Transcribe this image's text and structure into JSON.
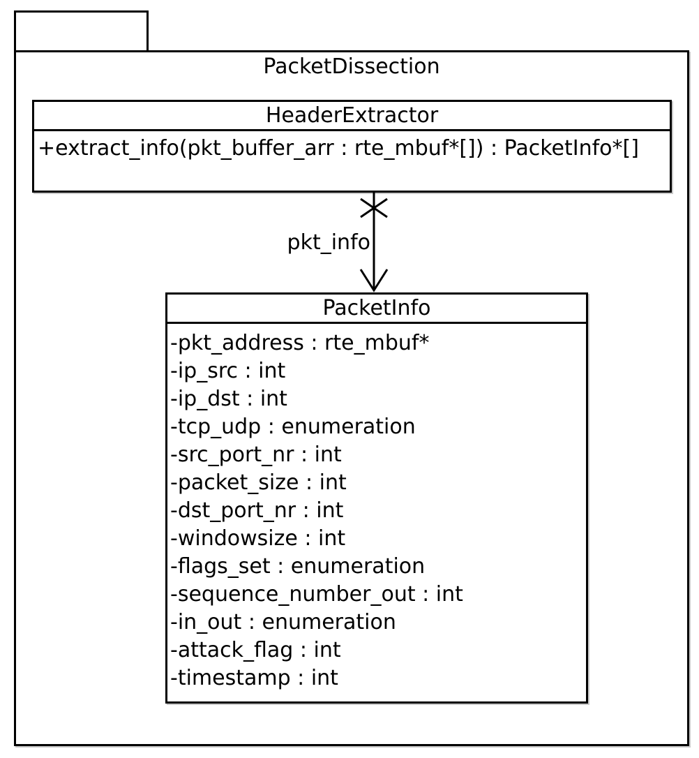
{
  "colors": {
    "line": "#000000",
    "background": "#ffffff",
    "text": "#000000"
  },
  "diagram": {
    "type": "uml-class-diagram",
    "package": {
      "name": "PacketDissection"
    },
    "classes": [
      {
        "name": "HeaderExtractor",
        "attributes": [],
        "operations": [
          "+extract_info(pkt_buffer_arr : rte_mbuf*[]) : PacketInfo*[]"
        ]
      },
      {
        "name": "PacketInfo",
        "attributes": [
          "-pkt_address : rte_mbuf*",
          "-ip_src : int",
          "-ip_dst : int",
          "-tcp_udp : enumeration",
          "-src_port_nr : int",
          "-packet_size : int",
          "-dst_port_nr : int",
          "-windowsize : int",
          "-flags_set : enumeration",
          "-sequence_number_out : int",
          "-in_out : enumeration",
          "-attack_flag : int",
          "-timestamp : int"
        ],
        "operations": []
      }
    ],
    "associations": [
      {
        "from": "HeaderExtractor",
        "to": "PacketInfo",
        "label": "pkt_info",
        "source_marker": "x-non-navigable",
        "target_marker": "open-arrowhead"
      }
    ]
  }
}
